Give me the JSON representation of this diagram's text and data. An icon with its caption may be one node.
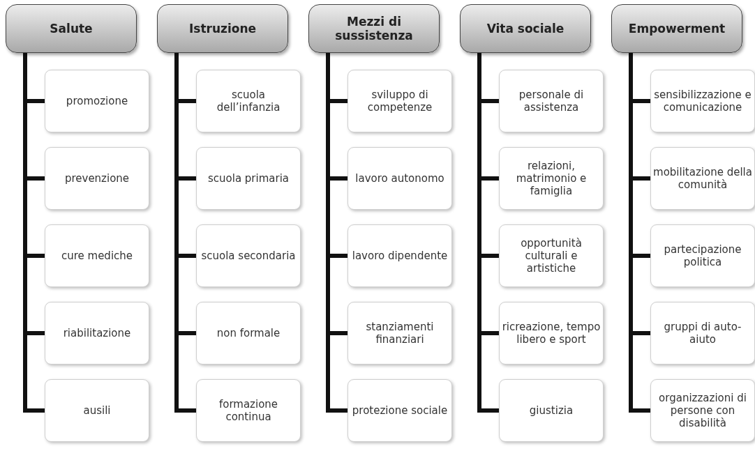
{
  "diagram": {
    "nodes": [
      {
        "text": [
          "Salute"
        ]
      },
      {
        "text": [
          "promozione"
        ]
      },
      {
        "text": [
          "prevenzione"
        ]
      },
      {
        "text": [
          "cure mediche"
        ]
      },
      {
        "text": [
          "riabilitazione"
        ]
      },
      {
        "text": [
          "ausili"
        ]
      },
      {
        "text": [
          "Istruzione"
        ]
      },
      {
        "text": [
          "scuola dell’infanzia"
        ]
      },
      {
        "text": [
          "scuola primaria"
        ]
      },
      {
        "text": [
          "scuola secondaria"
        ]
      },
      {
        "text": [
          "non formale"
        ]
      },
      {
        "text": [
          "formazione continua"
        ]
      },
      {
        "text": [
          "Mezzi di sussistenza"
        ]
      },
      {
        "text": [
          "sviluppo di competenze"
        ]
      },
      {
        "text": [
          "lavoro autonomo"
        ]
      },
      {
        "text": [
          "lavoro dipendente"
        ]
      },
      {
        "text": [
          "stanziamenti finanziari"
        ]
      },
      {
        "text": [
          "protezione sociale"
        ]
      },
      {
        "text": [
          "Vita sociale"
        ]
      },
      {
        "text": [
          "personale di assistenza"
        ]
      },
      {
        "text": [
          "relazioni, matrimonio e famiglia"
        ]
      },
      {
        "text": [
          "opportunità culturali e artistiche"
        ]
      },
      {
        "text": [
          "ricreazione, tempo libero e sport"
        ]
      },
      {
        "text": [
          "giustizia"
        ]
      },
      {
        "text": [
          "Empowerment"
        ]
      },
      {
        "text": [
          "sensibilizzazione e comunicazione"
        ]
      },
      {
        "text": [
          "mobilitazione della comunità"
        ]
      },
      {
        "text": [
          "partecipazione politica"
        ]
      },
      {
        "text": [
          "gruppi di auto-aiuto"
        ]
      },
      {
        "text": [
          "organizzazioni di persone con disabilità"
        ]
      }
    ],
    "edges": [
      {
        "from": 0,
        "to": 1,
        "arrow": "none"
      },
      {
        "from": 0,
        "to": 2,
        "arrow": "none"
      },
      {
        "from": 0,
        "to": 3,
        "arrow": "none"
      },
      {
        "from": 0,
        "to": 4,
        "arrow": "none"
      },
      {
        "from": 0,
        "to": 5,
        "arrow": "none"
      },
      {
        "from": 6,
        "to": 7,
        "arrow": "none"
      },
      {
        "from": 6,
        "to": 8,
        "arrow": "none"
      },
      {
        "from": 6,
        "to": 9,
        "arrow": "none"
      },
      {
        "from": 6,
        "to": 10,
        "arrow": "none"
      },
      {
        "from": 6,
        "to": 11,
        "arrow": "none"
      },
      {
        "from": 12,
        "to": 13,
        "arrow": "none"
      },
      {
        "from": 12,
        "to": 14,
        "arrow": "none"
      },
      {
        "from": 12,
        "to": 15,
        "arrow": "none"
      },
      {
        "from": 12,
        "to": 16,
        "arrow": "none"
      },
      {
        "from": 12,
        "to": 17,
        "arrow": "none"
      },
      {
        "from": 18,
        "to": 19,
        "arrow": "none"
      },
      {
        "from": 18,
        "to": 20,
        "arrow": "none"
      },
      {
        "from": 18,
        "to": 21,
        "arrow": "none"
      },
      {
        "from": 18,
        "to": 22,
        "arrow": "none"
      },
      {
        "from": 18,
        "to": 23,
        "arrow": "none"
      },
      {
        "from": 24,
        "to": 25,
        "arrow": "none"
      },
      {
        "from": 24,
        "to": 26,
        "arrow": "none"
      },
      {
        "from": 24,
        "to": 27,
        "arrow": "none"
      },
      {
        "from": 24,
        "to": 28,
        "arrow": "none"
      },
      {
        "from": 24,
        "to": 29,
        "arrow": "none"
      }
    ]
  }
}
